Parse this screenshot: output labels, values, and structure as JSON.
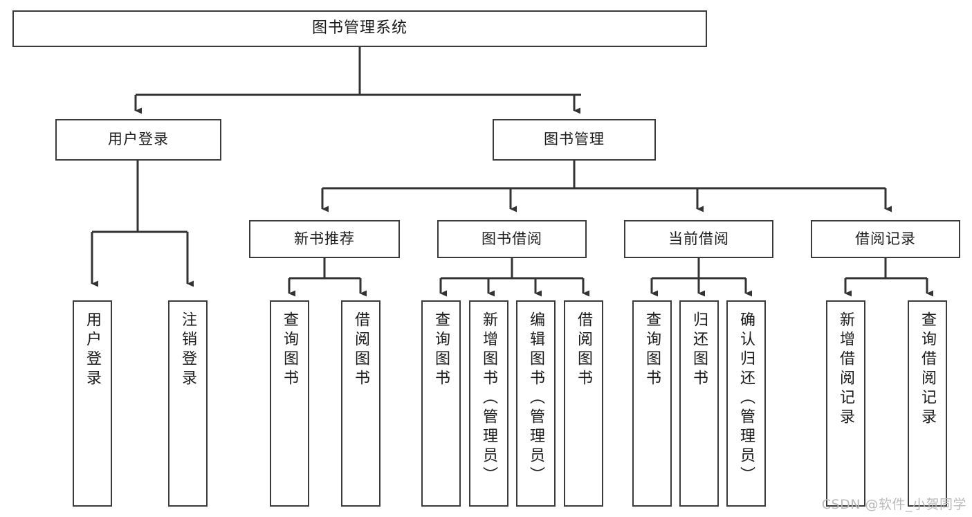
{
  "diagram": {
    "title": "图书管理系统",
    "watermark": "CSDN @软件_小贺同学",
    "line_color": "#333333",
    "box_border_color": "#3a3a3a",
    "box_fill_color": "#ffffff",
    "background_color": "#ffffff",
    "root": {
      "label": "图书管理系统"
    },
    "level1": [
      {
        "label": "用户登录"
      },
      {
        "label": "图书管理"
      }
    ],
    "level2": [
      {
        "label": "新书推荐"
      },
      {
        "label": "图书借阅"
      },
      {
        "label": "当前借阅"
      },
      {
        "label": "借阅记录"
      }
    ],
    "leaves": {
      "user_login": [
        {
          "label": "用户登录"
        },
        {
          "label": "注销登录"
        }
      ],
      "new_book_recommend": [
        {
          "label": "查询图书"
        },
        {
          "label": "借阅图书"
        }
      ],
      "book_borrow": [
        {
          "label": "查询图书"
        },
        {
          "label": "新增图书（管理员）"
        },
        {
          "label": "编辑图书（管理员）"
        },
        {
          "label": "借阅图书"
        }
      ],
      "current_borrow": [
        {
          "label": "查询图书"
        },
        {
          "label": "归还图书"
        },
        {
          "label": "确认归还（管理员）"
        }
      ],
      "borrow_record": [
        {
          "label": "新增借阅记录"
        },
        {
          "label": "查询借阅记录"
        }
      ]
    }
  }
}
